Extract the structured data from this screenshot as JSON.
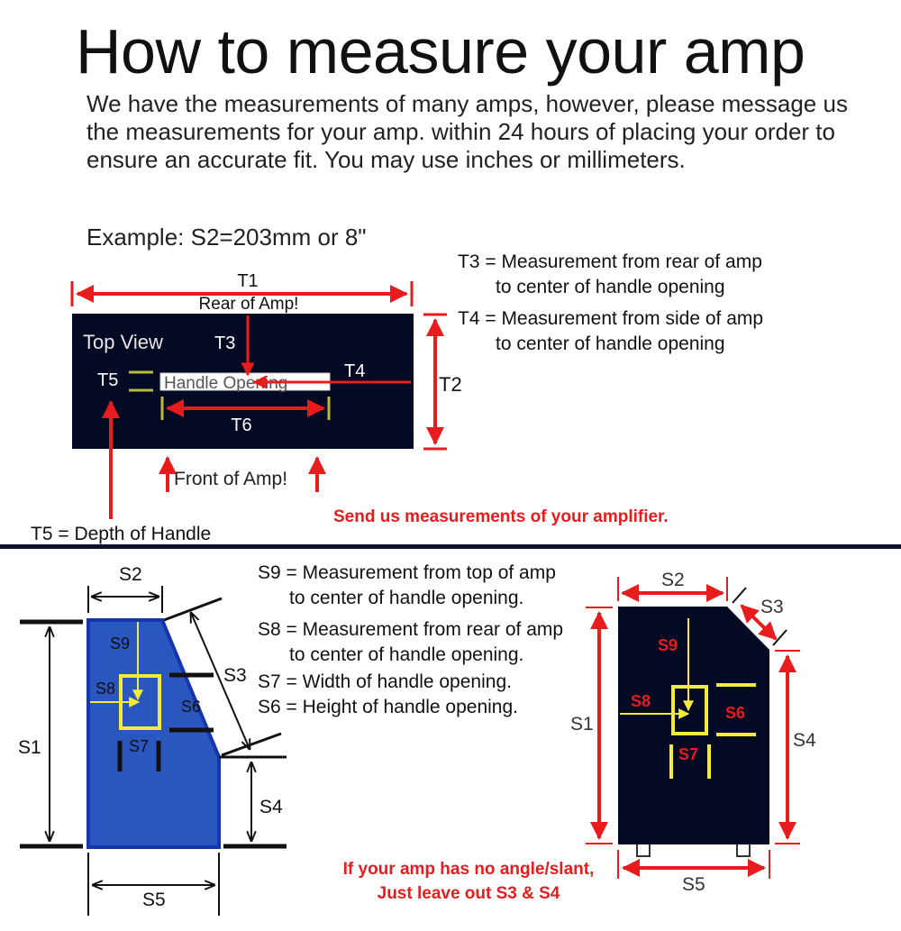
{
  "header": {
    "title": "How to measure your amp",
    "intro": "We have the measurements of many amps, however, please message us the measurements for your amp. within 24 hours of placing your order to ensure an accurate fit. You may use inches or millimeters.",
    "example": "Example: S2=203mm or 8\""
  },
  "top_view": {
    "panel_label": "Top View",
    "handle_label": "Handle Opening",
    "rear_label": "Rear of Amp!",
    "front_label": "Front of Amp!",
    "labels": {
      "t1": "T1",
      "t2": "T2",
      "t3": "T3",
      "t4": "T4",
      "t5": "T5",
      "t6": "T6"
    },
    "legend": {
      "t3_line1": "T3 = Measurement from rear of amp",
      "t3_line2": "to center of handle opening",
      "t4_line1": "T4 = Measurement from side of amp",
      "t4_line2": "to center of handle opening",
      "t5": "T5 = Depth of Handle"
    },
    "note": "Send us measurements of your amplifier."
  },
  "side_view": {
    "labels": {
      "s1": "S1",
      "s2": "S2",
      "s3": "S3",
      "s4": "S4",
      "s5": "S5",
      "s6": "S6",
      "s7": "S7",
      "s8": "S8",
      "s9": "S9"
    },
    "legend": {
      "s9_line1": "S9 = Measurement from top of amp",
      "s9_line2": "to center of handle opening.",
      "s8_line1": "S8 = Measurement from rear of amp",
      "s8_line2": "to center of handle opening.",
      "s7": "S7 = Width of handle opening.",
      "s6": "S6 = Height of handle opening."
    },
    "note_line1": "If your amp has no angle/slant,",
    "note_line2": "Just leave out S3 & S4"
  },
  "colors": {
    "panel": "#050a24",
    "arrow_red": "#e81c1c",
    "highlight_yellow": "#f3ea3a",
    "slant_blue": "#2a56c0",
    "slant_blue_border": "#1534b0",
    "divider": "#0c1033"
  }
}
